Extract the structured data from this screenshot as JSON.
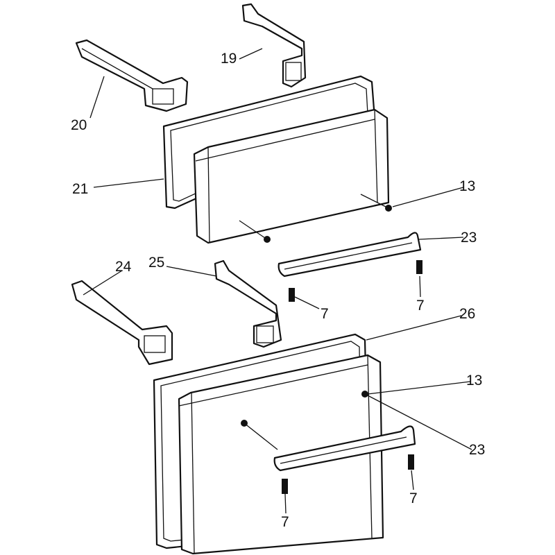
{
  "diagram": {
    "labels": {
      "l19": "19",
      "l20": "20",
      "l21": "21",
      "l13a": "13",
      "l23a": "23",
      "l7a": "7",
      "l7b": "7",
      "l24": "24",
      "l25": "25",
      "l26": "26",
      "l13b": "13",
      "l23b": "23",
      "l7c": "7",
      "l7d": "7"
    }
  }
}
